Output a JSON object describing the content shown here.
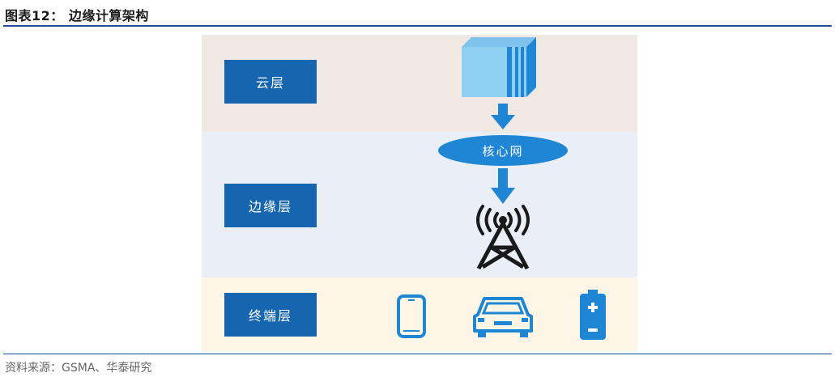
{
  "figure": {
    "title": "图表12：  边缘计算架构",
    "source": "资料来源：GSMA、华泰研究"
  },
  "layers": {
    "cloud": "云层",
    "edge": "边缘层",
    "terminal": "终端层"
  },
  "core_network": "核心网",
  "icons": {
    "cloud_server": "server-box-icon",
    "tower": "cell-tower-icon",
    "phone": "smartphone-icon",
    "car": "car-icon",
    "battery": "battery-icon"
  },
  "colors": {
    "label_blue": "#1565b0",
    "arrow_blue": "#1f86d6",
    "band_cloud": "#f0e8e2",
    "band_edge": "#eaeef7",
    "band_terminal": "#fdf6e7"
  }
}
